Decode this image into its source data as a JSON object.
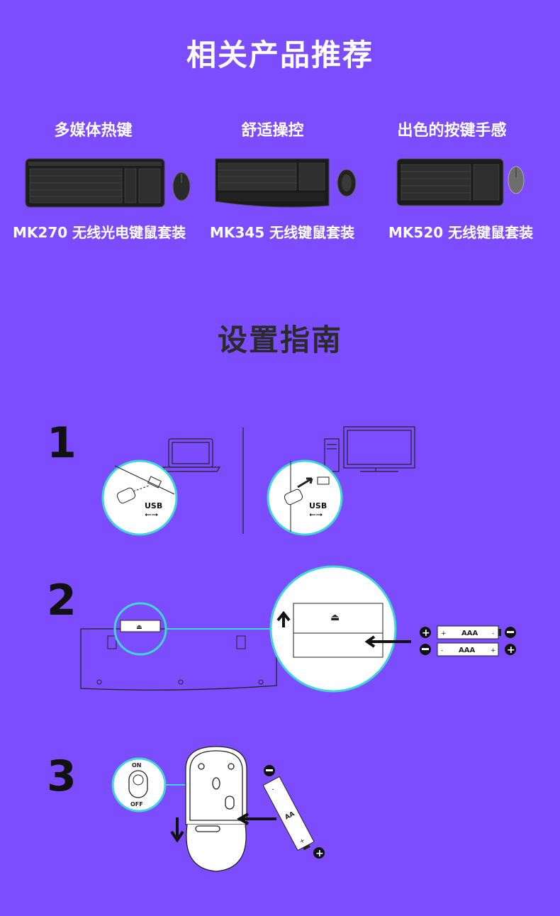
{
  "related": {
    "title": "相关产品推荐",
    "products": [
      {
        "feature": "多媒体热键",
        "name": "MK270 无线光电键鼠套装"
      },
      {
        "feature": "舒适操控",
        "name": "MK345 无线键鼠套装"
      },
      {
        "feature": "出色的按键手感",
        "name": "MK520 无线键鼠套装"
      }
    ]
  },
  "setup": {
    "title": "设置指南",
    "steps": [
      "1",
      "2",
      "3"
    ],
    "usb_label": "USB",
    "battery_aaa": "AAA",
    "battery_aa": "AA",
    "switch_on": "ON",
    "switch_off": "OFF"
  },
  "colors": {
    "background": "#7c4dff",
    "accent": "#3fd7d0"
  }
}
